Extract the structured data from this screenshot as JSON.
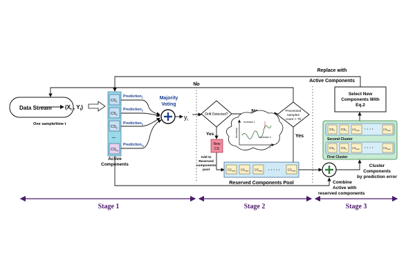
{
  "input": {
    "stream": "Data Stream",
    "sample_x": "(X",
    "sample_x_sub": "t",
    "sample_sep": " , Y",
    "sample_y_sub": "t",
    "sample_close": ")",
    "caption": "One sample/time t"
  },
  "active": {
    "cs_base": "CS",
    "cs_subs": [
      "1",
      "2",
      "3",
      "m"
    ],
    "ellipsis": "...",
    "label_line1": "Active",
    "label_line2": "Components"
  },
  "predictions": {
    "base": "Prediction",
    "subs": [
      "1",
      "2",
      "3",
      "m"
    ]
  },
  "voting": {
    "line1": "Majority",
    "line2": "Voting",
    "plus": "+",
    "output": "y",
    "output_sub": "t",
    "output_prime": "'"
  },
  "drift": {
    "detected": "Drift Detected?",
    "no": "No",
    "yes": "Yes",
    "processed_line1": "Processed",
    "processed_line2": "samples",
    "processed_line3": "count > Th",
    "yes2": "Yes",
    "new_cs_line1": "New",
    "new_cs_line2": "CS",
    "add_line1": "Add to",
    "add_line2": "Reserved",
    "add_line3": "components",
    "add_line4": "pool"
  },
  "inset": {
    "ylabel": "Accuracy",
    "increase1": "Increase 1",
    "increase2": "Increase 2",
    "xlabel": "t"
  },
  "reserved": {
    "label": "Reserved Components Pool",
    "cs_base": "CS",
    "cs_sub": "new",
    "ellipsis": "· · · · ·"
  },
  "combine": {
    "plus": "+",
    "line1": "Combine",
    "line2": "Active with",
    "line3": "reserved components"
  },
  "clusters": {
    "second": "Second Cluster",
    "first": "First Cluster",
    "cs_base": "CS",
    "second_subs": [
      "1",
      "3"
    ],
    "first_subs": [
      "2",
      "4"
    ],
    "new_sub": "new",
    "ellipsis": "· · · ·",
    "caption_line1": "Cluster",
    "caption_line2": "Components",
    "caption_line3": "by prediction error"
  },
  "select": {
    "line1": "Select New",
    "line2": "Components With",
    "line3": "Eq.2"
  },
  "replace": {
    "line1": "Replace with",
    "line2": "Active Components",
    "no": "No"
  },
  "stages": {
    "s1": "Stage 1",
    "s2": "Stage 2",
    "s3": "Stage 3"
  },
  "colors": {
    "cs_fill": "#c8e0f4",
    "cs_border": "#2c5d8a",
    "active_strip": "#9ad9e8",
    "new_cs_fill": "#f28ba0",
    "cluster_fill": "#fbf0c8",
    "reserved_fill": "#c4e4f6",
    "pool_fill": "#cfe9f7",
    "prediction_text": "#1a3d8f",
    "voting_text": "#1a3d8f",
    "plus_green": "#2d7a3a",
    "stage_purple": "#4a1a6b"
  }
}
